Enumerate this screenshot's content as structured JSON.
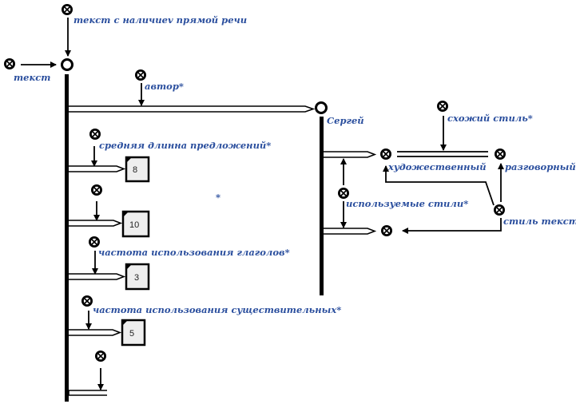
{
  "diagram": {
    "title": "",
    "colors": {
      "label": "#2b4f9e",
      "line": "#000000",
      "value_box": "#eeeeee"
    },
    "nodes": {
      "text_direct_speech": {
        "label": "текст с наличиev прямой речи",
        "icon": "attribute-x-circle-icon"
      },
      "text_concept": {
        "label": "текст",
        "icon": "attribute-x-circle-icon"
      },
      "author": {
        "label": "автор*",
        "icon": "attribute-x-circle-icon"
      },
      "sergey": {
        "label": "Сергей",
        "icon": "object-circle-icon"
      },
      "avg_sentence_length": {
        "label": "средняя длинна предложений*",
        "value": "8"
      },
      "hidden_attr_1": {
        "label": "",
        "value": "10"
      },
      "verb_frequency": {
        "label": "частота использования глаголов*",
        "value": "3"
      },
      "noun_frequency": {
        "label": "частота использования существительных*",
        "value": "5"
      },
      "hidden_attr_2": {
        "label": ""
      },
      "similar_style": {
        "label": "схожий стиль*"
      },
      "artistic": {
        "label": "художественный"
      },
      "colloquial": {
        "label": "разговорный"
      },
      "used_styles": {
        "label": "используемые стили*"
      },
      "text_style": {
        "label": "стиль текста"
      },
      "hidden_style": {
        "label": ""
      }
    }
  }
}
